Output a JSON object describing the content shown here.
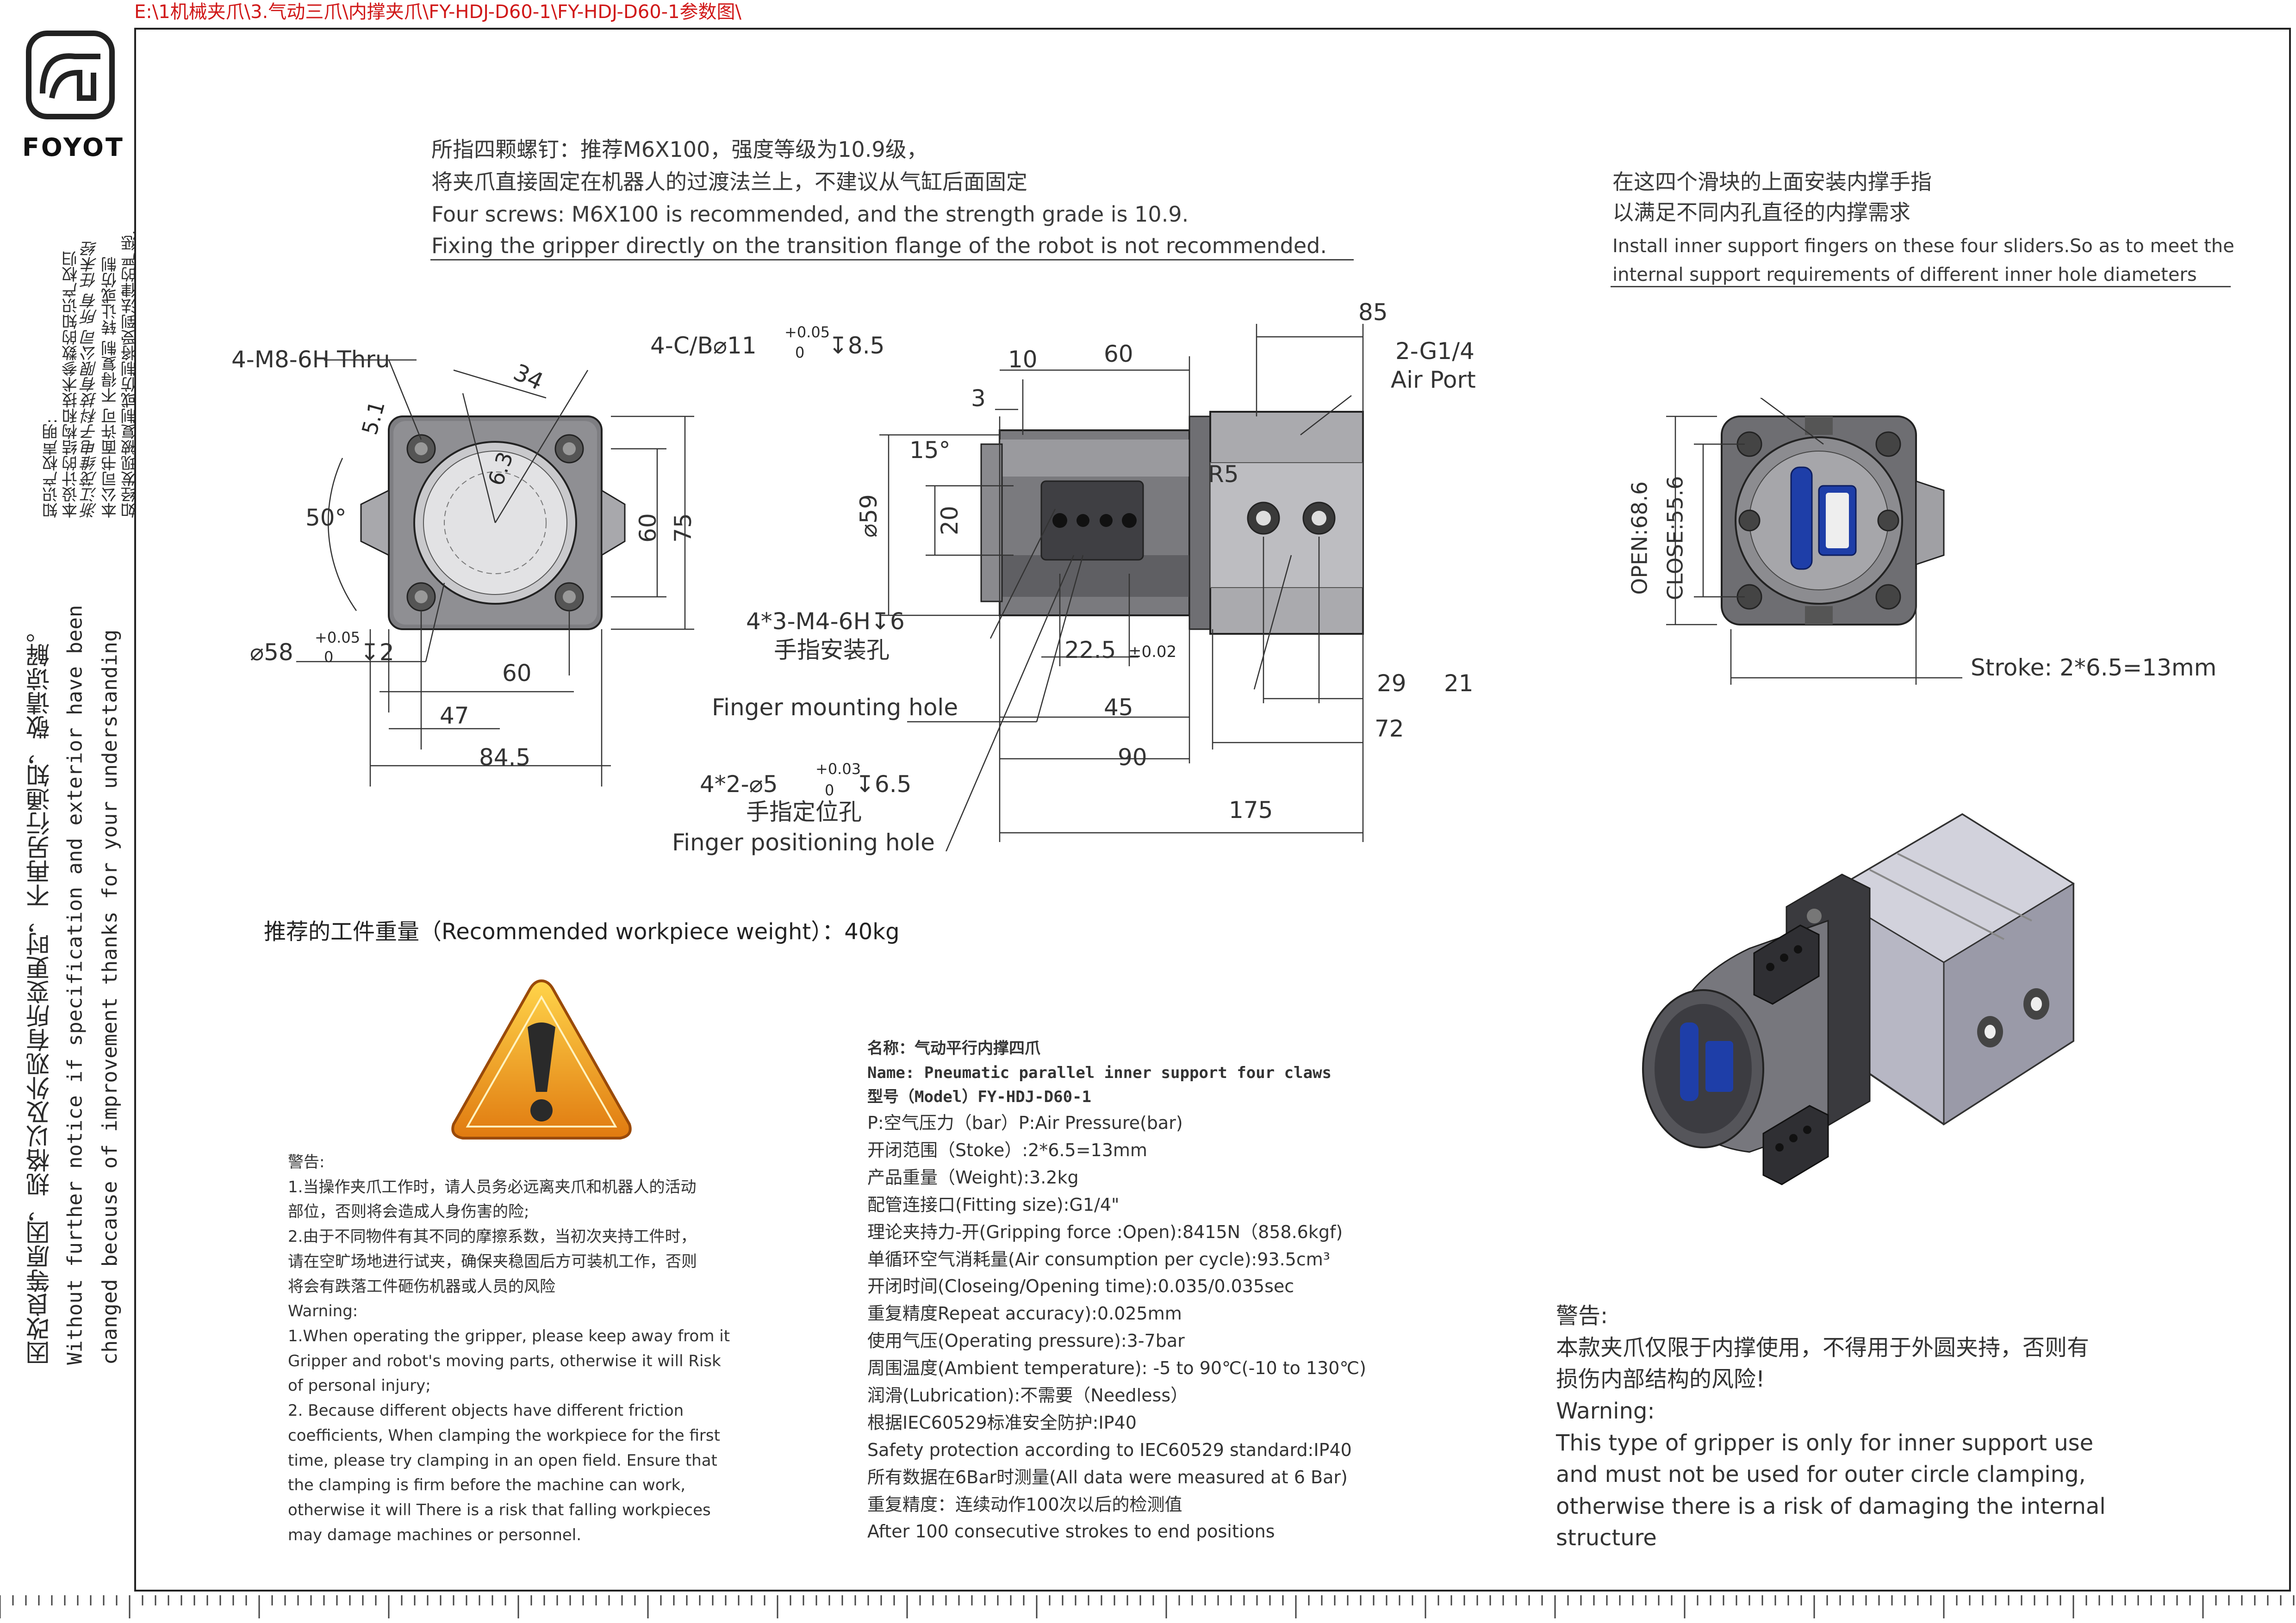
{
  "file_path": "E:\\1机械夹爪\\3.气动三爪\\内撑夹爪\\FY-HDJ-D60-1\\FY-HDJ-D60-1参数图\\",
  "brand": {
    "name": "FOYOT"
  },
  "legal_notice": {
    "cn_title": "知识产权声明:",
    "cn_lines": [
      "本设计的结构和技术参数的知识产权归",
      "浙江茂维电子科技有限公司 所有 任未经",
      "本公司书面许可 不得复制 转让或仿制",
      "如经发现被复制或仿制将受到法律的严惩."
    ]
  },
  "side_notice": {
    "cn": "因改良等原因，规格以及外观有所变更时，不再另行通知，敬请谅解。",
    "en_line1": "Without further  notice if specification and exterior have been",
    "en_line2": "changed because of improvement thanks for your understanding"
  },
  "screw_note": {
    "cn_line1": "所指四颗螺钉：推荐M6X100，强度等级为10.9级，",
    "cn_line2": "将夹爪直接固定在机器人的过渡法兰上，不建议从气缸后面固定",
    "en_line1": "Four screws: M6X100 is recommended, and the strength grade is 10.9.",
    "en_line2": "Fixing the gripper directly on the transition flange of the robot is not recommended."
  },
  "slider_note": {
    "cn_line1": "在这四个滑块的上面安装内撑手指",
    "cn_line2": "以满足不同内孔直径的内撑需求",
    "en_line1": "Install inner support fingers on these four sliders.So as to meet the",
    "en_line2": "internal support requirements of different inner hole diameters"
  },
  "front_view": {
    "thread_label": "4-M8-6H Thru",
    "cbore_prefix": "4-C/B",
    "cbore_dia": "11",
    "cbore_tol_upper": "+0.05",
    "cbore_tol_lower": "0",
    "cbore_depth": "8.5",
    "dim_34": "34",
    "dim_5_1": "5.1",
    "dim_6_3": "6.3",
    "angle_50": "50°",
    "dim_60_vert": "60",
    "dim_75_vert": "75",
    "bore_dia": "58",
    "bore_tol_upper": "+0.05",
    "bore_tol_lower": "0",
    "bore_depth": "2",
    "dim_60_horiz": "60",
    "dim_47": "47",
    "dim_84_5": "84.5"
  },
  "side_view": {
    "dim_10": "10",
    "dim_60": "60",
    "dim_85": "85",
    "dim_3": "3",
    "angle_15": "15°",
    "dim_59_dia": "59",
    "dim_20": "20",
    "radius_5": "R5",
    "port_label_line1": "2-G1/4",
    "port_label_line2": "Air Port",
    "mount_holes_spec": "4*3-M4-6H",
    "mount_holes_depth": "6",
    "mount_holes_cn": "手指安装孔",
    "mount_holes_en": "Finger mounting hole",
    "dim_22_5": "22.5",
    "dim_22_5_tol": "±0.02",
    "dim_45": "45",
    "dim_90": "90",
    "dim_175": "175",
    "dim_29": "29",
    "dim_21": "21",
    "dim_72": "72",
    "pos_holes_prefix": "4*2-",
    "pos_holes_dia": "5",
    "pos_holes_tol_upper": "+0.03",
    "pos_holes_tol_lower": "0",
    "pos_holes_depth": "6.5",
    "pos_holes_cn": "手指定位孔",
    "pos_holes_en": "Finger positioning hole"
  },
  "rear_view": {
    "open_label": "OPEN:68.6",
    "close_label": "CLOSE:55.6",
    "stroke_label": "Stroke: 2*6.5=13mm"
  },
  "recommended_weight": "推荐的工件重量（Recommended workpiece weight）：40kg",
  "warning_left": {
    "title_cn": "警告:",
    "lines_cn": [
      "1.当操作夹爪工作时，请人员务必远离夹爪和机器人的活动",
      "部位，否则将会造成人身伤害的险;",
      "2.由于不同物件有其不同的摩擦系数，当初次夹持工件时，",
      "请在空旷场地进行试夹，确保夹稳固后方可装机工作，否则",
      "将会有跌落工件砸伤机器或人员的风险"
    ],
    "title_en": "Warning:",
    "lines_en": [
      "1.When operating the gripper, please keep away from it",
      "Gripper and robot's moving parts, otherwise it will Risk",
      "of personal injury;",
      "2. Because different objects have different friction",
      "coefficients, When clamping the workpiece for the first",
      "time, please try clamping in an open field. Ensure that",
      "the clamping is firm before the machine can work,",
      "otherwise it will There is a risk that falling workpieces",
      "may damage machines or personnel."
    ]
  },
  "specs": {
    "name_cn": "名称：气动平行内撑四爪",
    "name_en": "Name: Pneumatic parallel inner support four claws",
    "model": "型号（Model）FY-HDJ-D60-1",
    "lines": [
      "P:空气压力（bar）P:Air Pressure(bar)",
      "开闭范围（Stoke）:2*6.5=13mm",
      "产品重量（Weight):3.2kg",
      "配管连接口(Fitting size):G1/4\"",
      "理论夹持力-开(Gripping force :Open):8415N（858.6kgf)",
      "单循环空气消耗量(Air consumption per cycle):93.5cm³",
      "开闭时间(Closeing/Opening time):0.035/0.035sec",
      "重复精度Repeat accuracy):0.025mm",
      "使用气压(Operating pressure):3-7bar",
      "周围温度(Ambient temperature): -5 to 90℃(-10 to 130℃)",
      "润滑(Lubrication):不需要（Needless）",
      "根据IEC60529标准安全防护:IP40",
      "Safety protection according to IEC60529 standard:IP40",
      "所有数据在6Bar时测量(All data were measured at 6 Bar)",
      "重复精度：连续动作100次以后的检测值",
      "After 100 consecutive strokes to end positions"
    ]
  },
  "warning_right": {
    "title_cn": "警告:",
    "line_cn1": "本款夹爪仅限于内撑使用，不得用于外圆夹持，否则有",
    "line_cn2": "损伤内部结构的风险!",
    "title_en": "Warning:",
    "lines_en": [
      "This type of gripper is only for inner support use",
      "and must not be used for outer circle clamping,",
      "otherwise there is a risk of damaging the internal",
      "structure"
    ]
  },
  "colors": {
    "path_red": "#d01818",
    "warning_orange": "#f0a020",
    "port_blue": "#1e3ea8",
    "body_gray": "#6b6b70"
  }
}
